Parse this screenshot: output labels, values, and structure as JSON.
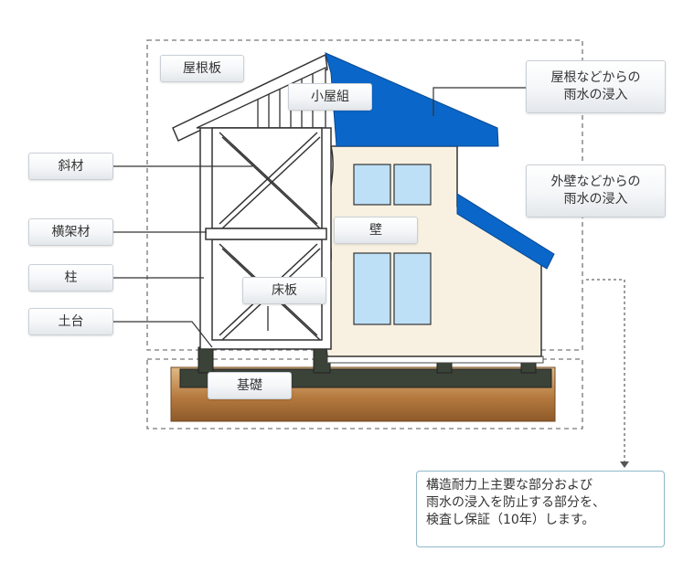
{
  "labels": {
    "roof_board": "屋根板",
    "roof_frame": "小屋組",
    "brace": "斜材",
    "beam": "横架材",
    "pillar": "柱",
    "sill": "土台",
    "floor_board": "床板",
    "wall": "壁",
    "foundation": "基礎"
  },
  "callouts": {
    "roof_leak": [
      "屋根などからの",
      "雨水の浸入"
    ],
    "wall_leak": [
      "外壁などからの",
      "雨水の浸入"
    ]
  },
  "note": {
    "lines": [
      "構造耐力上主要な部分および",
      "雨水の浸入を防止する部分を、",
      "検査し保証（10年）します。"
    ]
  },
  "colors": {
    "roof_blue": "#0a67c9",
    "wall_cream": "#f8f1e1",
    "window_blue": "#bde0f7",
    "foundation_brown": "#a56a33",
    "base_dark": "#3b4339",
    "frame_outline": "#333333"
  }
}
